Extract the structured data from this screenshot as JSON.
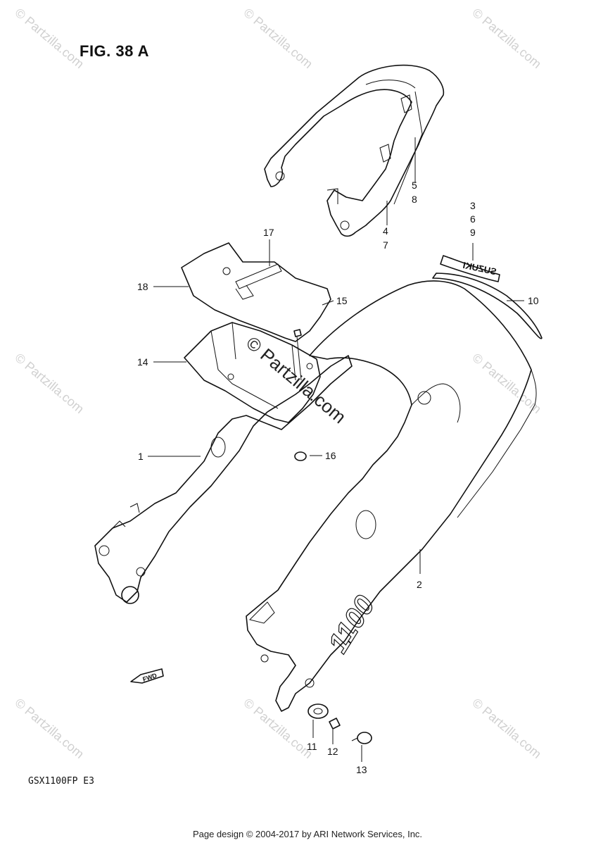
{
  "figure": {
    "title": "FIG. 38 A",
    "model_code": "GSX1100FP  E3",
    "fwd_label": "FWD",
    "cowl_badge_text": "1100",
    "emblem_text": "SUZUKI"
  },
  "callouts": [
    {
      "id": "1",
      "text": "1"
    },
    {
      "id": "2",
      "text": "2"
    },
    {
      "id": "3",
      "text": "3"
    },
    {
      "id": "4",
      "text": "4"
    },
    {
      "id": "5",
      "text": "5"
    },
    {
      "id": "6",
      "text": "6"
    },
    {
      "id": "7",
      "text": "7"
    },
    {
      "id": "8",
      "text": "8"
    },
    {
      "id": "9",
      "text": "9"
    },
    {
      "id": "10",
      "text": "10"
    },
    {
      "id": "11",
      "text": "11"
    },
    {
      "id": "12",
      "text": "12"
    },
    {
      "id": "13",
      "text": "13"
    },
    {
      "id": "14",
      "text": "14"
    },
    {
      "id": "15",
      "text": "15"
    },
    {
      "id": "16",
      "text": "16"
    },
    {
      "id": "17",
      "text": "17"
    },
    {
      "id": "18",
      "text": "18"
    }
  ],
  "watermarks": {
    "corner_text": "© Partzilla.com",
    "center_text": "© Partzilla.com"
  },
  "footer": {
    "text": "Page design © 2004-2017 by ARI Network Services, Inc."
  }
}
